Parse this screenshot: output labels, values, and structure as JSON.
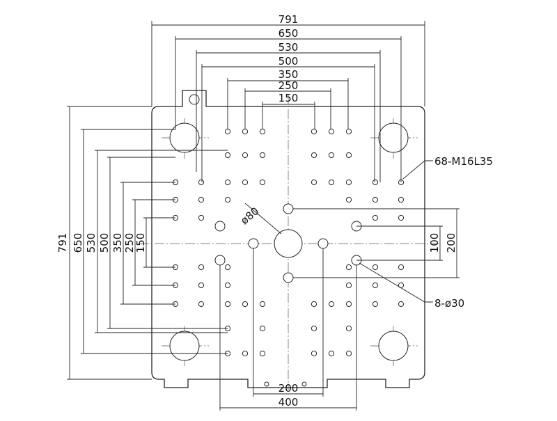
{
  "drawing": {
    "top_dims": {
      "d791": "791",
      "d650": "650",
      "d530": "530",
      "d500": "500",
      "d350": "350",
      "d250": "250",
      "d150": "150"
    },
    "left_dims": {
      "d791": "791",
      "d650": "650",
      "d530": "530",
      "d500": "500",
      "d350": "350",
      "d250": "250",
      "d150": "150"
    },
    "right_dims": {
      "d100": "100",
      "d200": "200"
    },
    "bottom_dims": {
      "d200": "200",
      "d400": "400"
    },
    "labels": {
      "center_hole": "ø80",
      "tapped_holes": "68-M16L35",
      "through_holes": "8-ø30"
    }
  }
}
